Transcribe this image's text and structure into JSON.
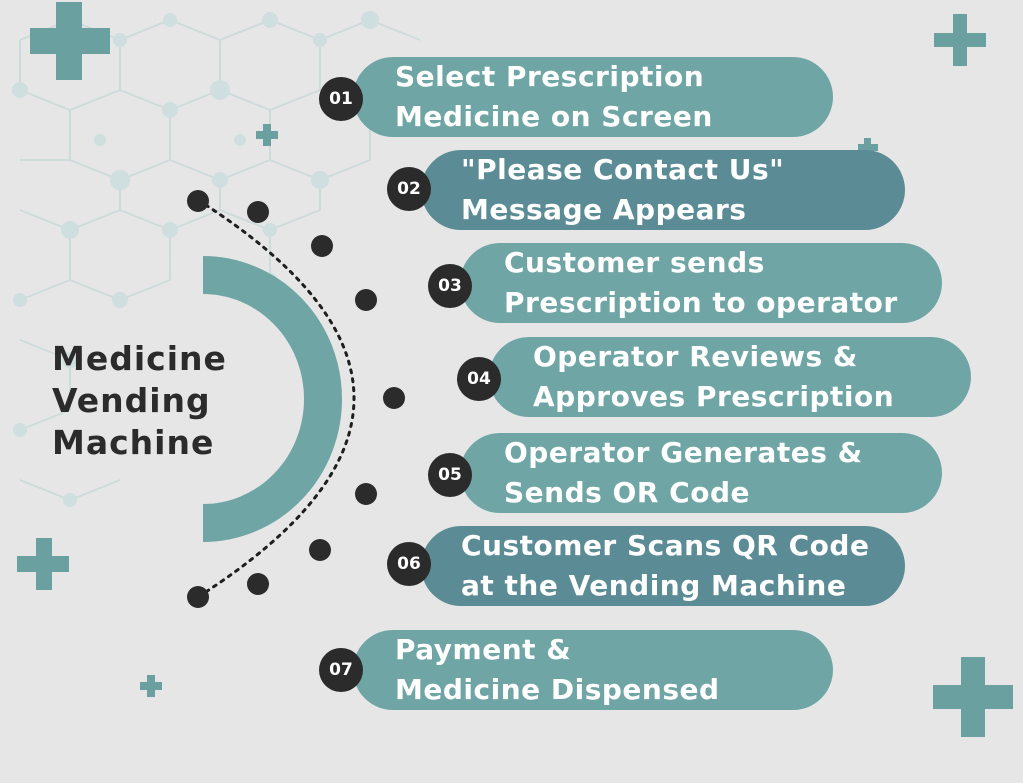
{
  "title": {
    "line1": "Medicine",
    "line2": "Vending",
    "line3": "Machine"
  },
  "steps": [
    {
      "number": "01",
      "line1": "Select Prescription",
      "line2": "Medicine on Screen"
    },
    {
      "number": "02",
      "line1": "\"Please Contact Us\"",
      "line2": "Message Appears"
    },
    {
      "number": "03",
      "line1": "Customer sends",
      "line2": "Prescription to operator"
    },
    {
      "number": "04",
      "line1": "Operator Reviews &",
      "line2": "Approves Prescription"
    },
    {
      "number": "05",
      "line1": "Operator Generates &",
      "line2": "Sends OR Code"
    },
    {
      "number": "06",
      "line1": "Customer Scans QR Code",
      "line2": "at the Vending Machine"
    },
    {
      "number": "07",
      "line1": "Payment &",
      "line2": "Medicine Dispensed"
    }
  ],
  "colors": {
    "background": "#e6e6e6",
    "teal_light": "#6fa6a5",
    "teal_dark": "#5b8b95",
    "ink": "#2b2b2b",
    "cross": "#6aa0a0"
  },
  "icons": [
    "plus-cross-icon",
    "molecule-network-icon"
  ]
}
